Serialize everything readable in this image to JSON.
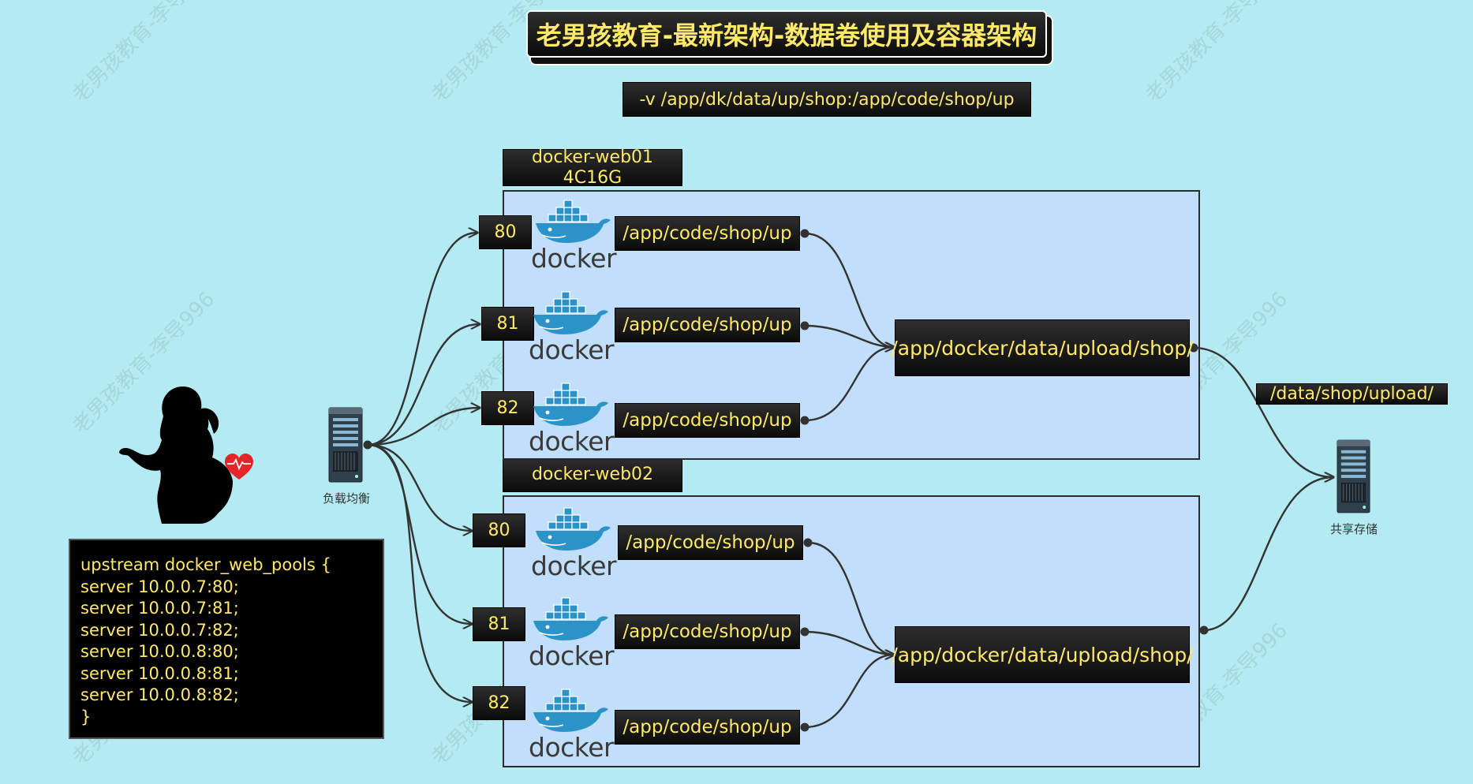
{
  "title": "老男孩教育-最新架构-数据卷使用及容器架构",
  "mount_cmd": "-v  /app/dk/data/up/shop:/app/code/shop/up",
  "watermark": "老男孩教育-李导996",
  "load_balancer": {
    "label": "负载均衡"
  },
  "storage": {
    "label": "共享存储",
    "path": "/data/shop/upload/"
  },
  "hosts": [
    {
      "name": "docker-web01",
      "spec": "4C16G",
      "shared_dir": "/app/docker/data/upload/shop/",
      "containers": [
        {
          "port": "80",
          "logo": "docker",
          "path": "/app/code/shop/up"
        },
        {
          "port": "81",
          "logo": "docker",
          "path": "/app/code/shop/up"
        },
        {
          "port": "82",
          "logo": "docker",
          "path": "/app/code/shop/up"
        }
      ]
    },
    {
      "name": "docker-web02",
      "shared_dir": "/app/docker/data/upload/shop/",
      "containers": [
        {
          "port": "80",
          "logo": "docker",
          "path": "/app/code/shop/up"
        },
        {
          "port": "81",
          "logo": "docker",
          "path": "/app/code/shop/up"
        },
        {
          "port": "82",
          "logo": "docker",
          "path": "/app/code/shop/up"
        }
      ]
    }
  ],
  "nginx_config": [
    "upstream docker_web_pools {",
    "server 10.0.0.7:80;",
    "server 10.0.0.7:81;",
    "server 10.0.0.7:82;",
    "server 10.0.0.8:80;",
    "server 10.0.0.8:81;",
    "server 10.0.0.8:82;",
    "}"
  ],
  "icons": {
    "user": "woman-silhouette-icon",
    "heart": "heart-icon",
    "server": "server-icon",
    "container": "docker-whale-icon"
  },
  "colors": {
    "background": "#b4ebf2",
    "host_box": "#c1dffa",
    "label_text": "#ffe96a",
    "label_bg": "#111111",
    "docker_blue": "#2c93c9"
  }
}
